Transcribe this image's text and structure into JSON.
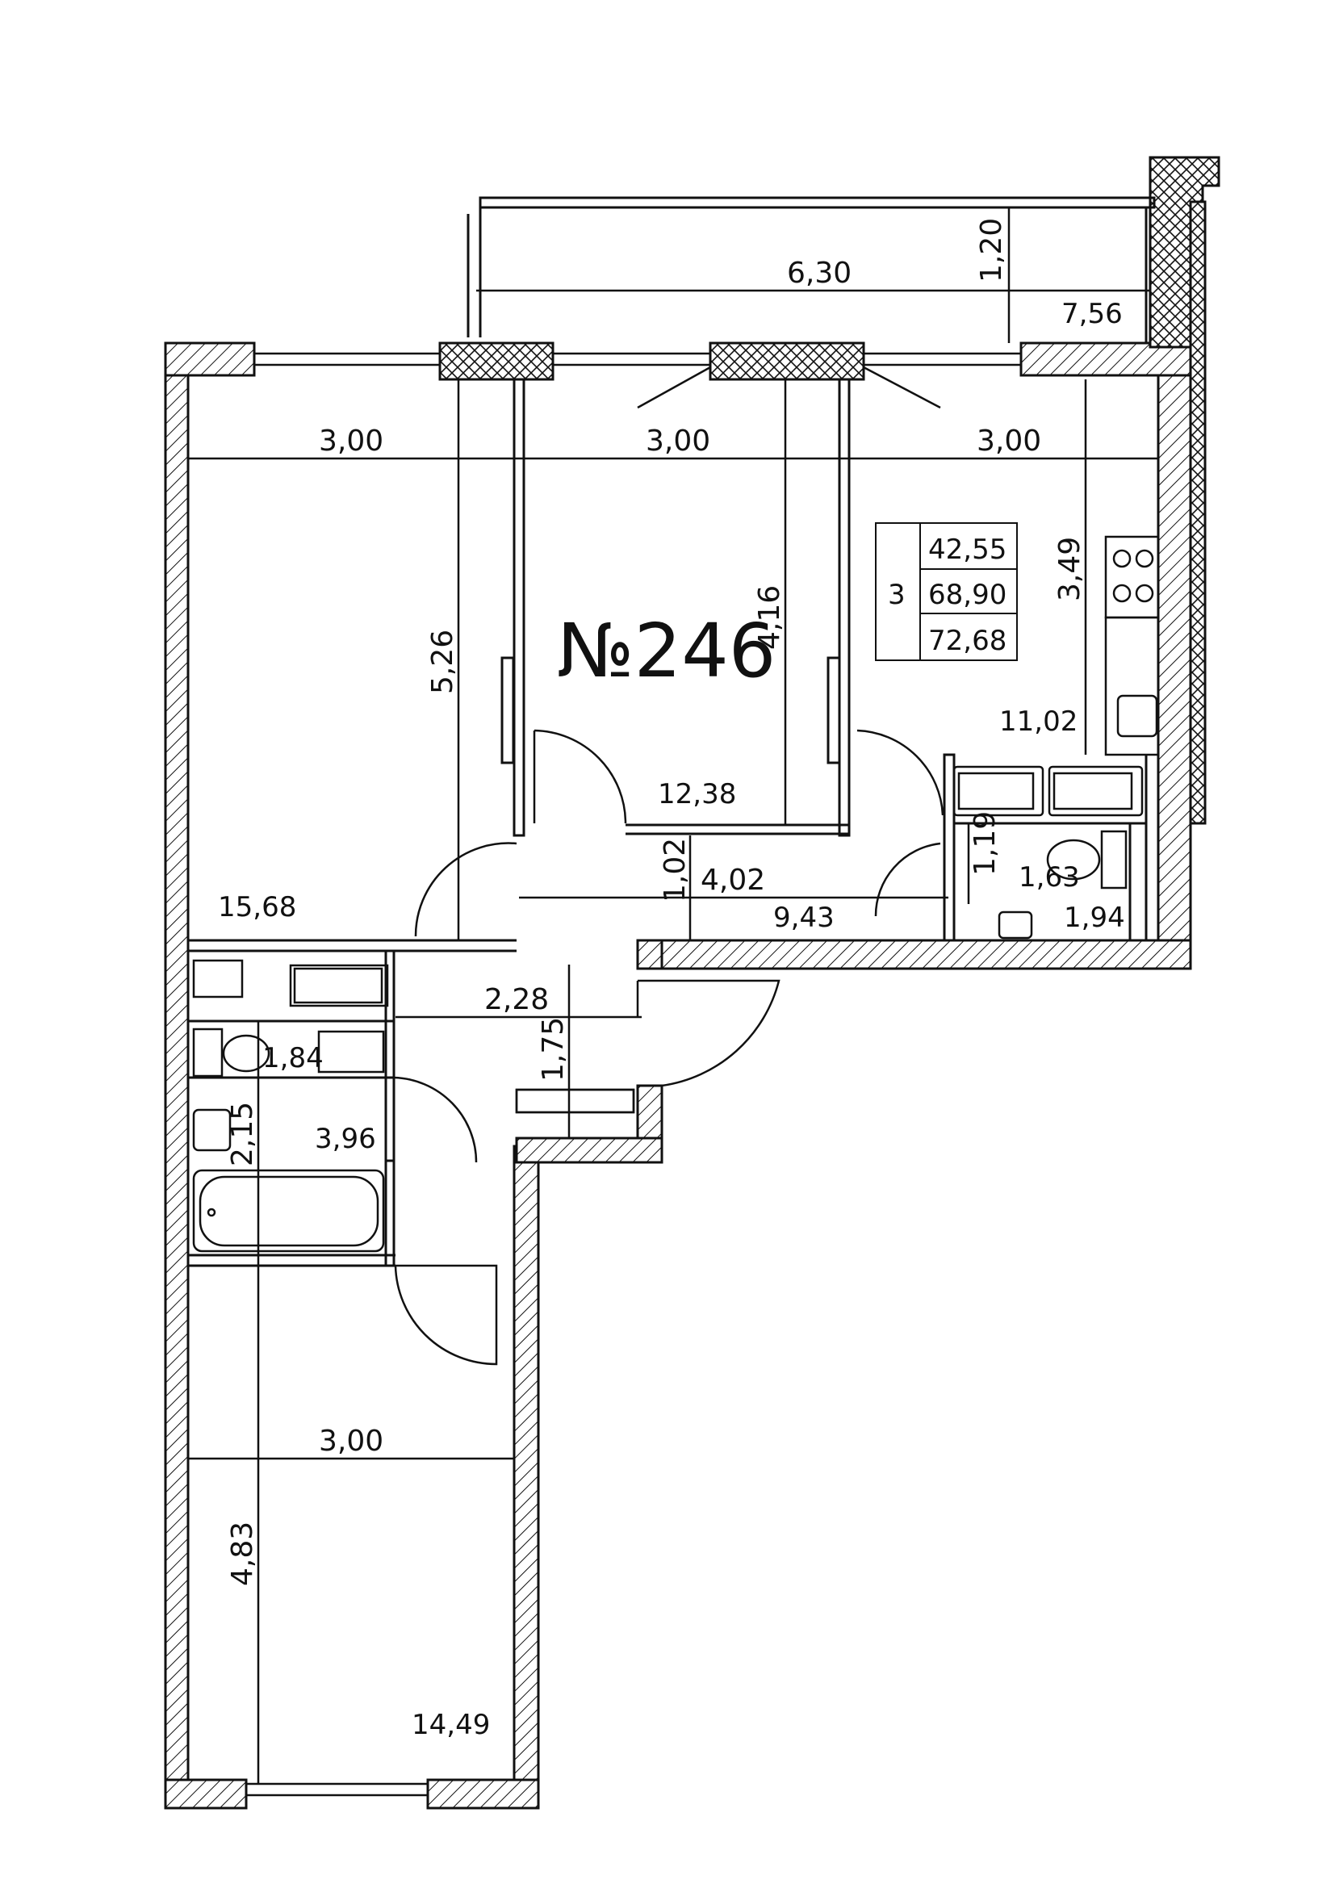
{
  "apartment": {
    "number_label": "№246"
  },
  "summary": {
    "rooms": "3",
    "living_area": "42,55",
    "total_area": "68,90",
    "total_with_balcony": "72,68"
  },
  "areas": {
    "balcony": "7,56",
    "bedroom_left": "15,68",
    "bedroom_center": "12,38",
    "kitchen": "11,02",
    "hall": "9,43",
    "toilet": "1,63",
    "utility": "1,94",
    "wc_left": "1,84",
    "bathroom": "3,96",
    "bedroom_bottom": "14,49"
  },
  "dims": {
    "balcony_width": "6,30",
    "balcony_depth": "1,20",
    "left_width": "3,00",
    "center_width": "3,00",
    "right_width": "3,00",
    "left_depth": "5,26",
    "center_depth": "4,16",
    "kitchen_depth": "3,49",
    "hall_width": "4,02",
    "hall_depth": "1,02",
    "toilet_depth": "1,19",
    "corridor_width": "2,28",
    "corridor_depth": "1,75",
    "bath_depth": "2,15",
    "bottom_width": "3,00",
    "bottom_depth": "4,83"
  },
  "colors": {
    "line": "#111111",
    "paper": "#ffffff"
  }
}
